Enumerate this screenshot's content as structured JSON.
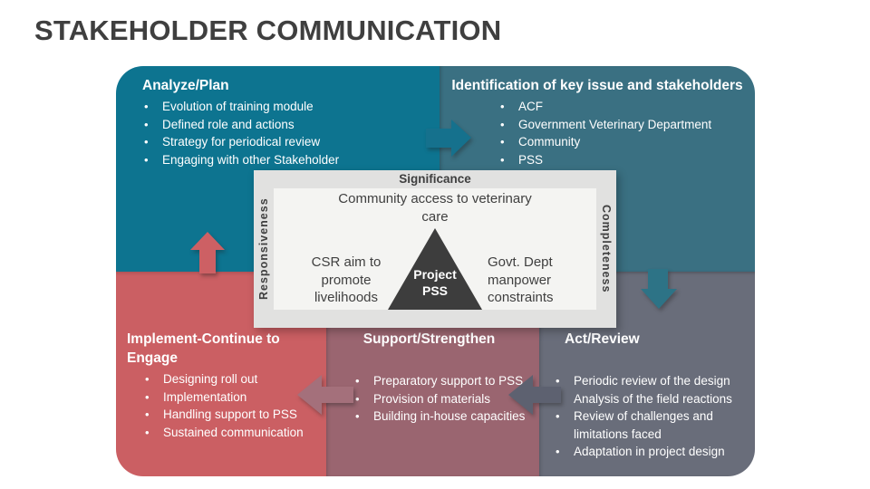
{
  "slide": {
    "title": "STAKEHOLDER COMMUNICATION",
    "colors": {
      "teal_box": "#0d7490",
      "muted_teal_box": "#3a7082",
      "coral_box": "#cb5f63",
      "mauve_box": "#9a6570",
      "slate_box": "#696d7a",
      "arrow_right_teal": "#15718d",
      "arrow_down_teal": "#2d7386",
      "arrow_up_coral": "#cd6064",
      "arrow_left_rose": "#a4707b",
      "arrow_left_slate": "#5d6170",
      "overlay_bg": "#e1e1e0",
      "overlay_inner_bg": "#f4f4f2",
      "triangle": "#3d3d3d",
      "title_text": "#3f3f3f"
    },
    "boxes": [
      {
        "title": "Analyze/Plan",
        "items": [
          "Evolution of training module",
          "Defined role and actions",
          "Strategy for periodical review",
          "Engaging with other Stakeholder"
        ]
      },
      {
        "title": "Identification of key issue and stakeholders",
        "items": [
          "ACF",
          "Government Veterinary Department",
          "Community",
          "PSS"
        ]
      },
      {
        "title": "Implement-Continue to Engage",
        "items": [
          "Designing roll out",
          "Implementation",
          "Handling support to PSS",
          "Sustained communication"
        ]
      },
      {
        "title": "Support/Strengthen",
        "items": [
          "Preparatory support to PSS",
          "Provision of materials",
          "Building in-house capacities"
        ]
      },
      {
        "title": "Act/Review",
        "items": [
          "Periodic review of the design",
          "Analysis of the field reactions",
          "Review of challenges and limitations faced",
          "Adaptation in project design"
        ]
      }
    ],
    "center": {
      "top_label": "Significance",
      "left_label": "Responsiveness",
      "right_label": "Completeness",
      "top_text": "Community access to veterinary care",
      "left_text": "CSR aim to promote livelihoods",
      "right_text": "Govt. Dept manpower constraints",
      "triangle_label": "Project PSS"
    },
    "icons": [
      {
        "name": "arrow-right-icon",
        "meaning": "flow from Analyze/Plan to Identification"
      },
      {
        "name": "arrow-down-icon",
        "meaning": "flow from Identification to Act/Review"
      },
      {
        "name": "arrow-left-slate-icon",
        "meaning": "flow from Act/Review to Support/Strengthen"
      },
      {
        "name": "arrow-left-rose-icon",
        "meaning": "flow from Support/Strengthen to Implement"
      },
      {
        "name": "arrow-up-icon",
        "meaning": "flow from Implement back to Analyze/Plan"
      }
    ]
  }
}
